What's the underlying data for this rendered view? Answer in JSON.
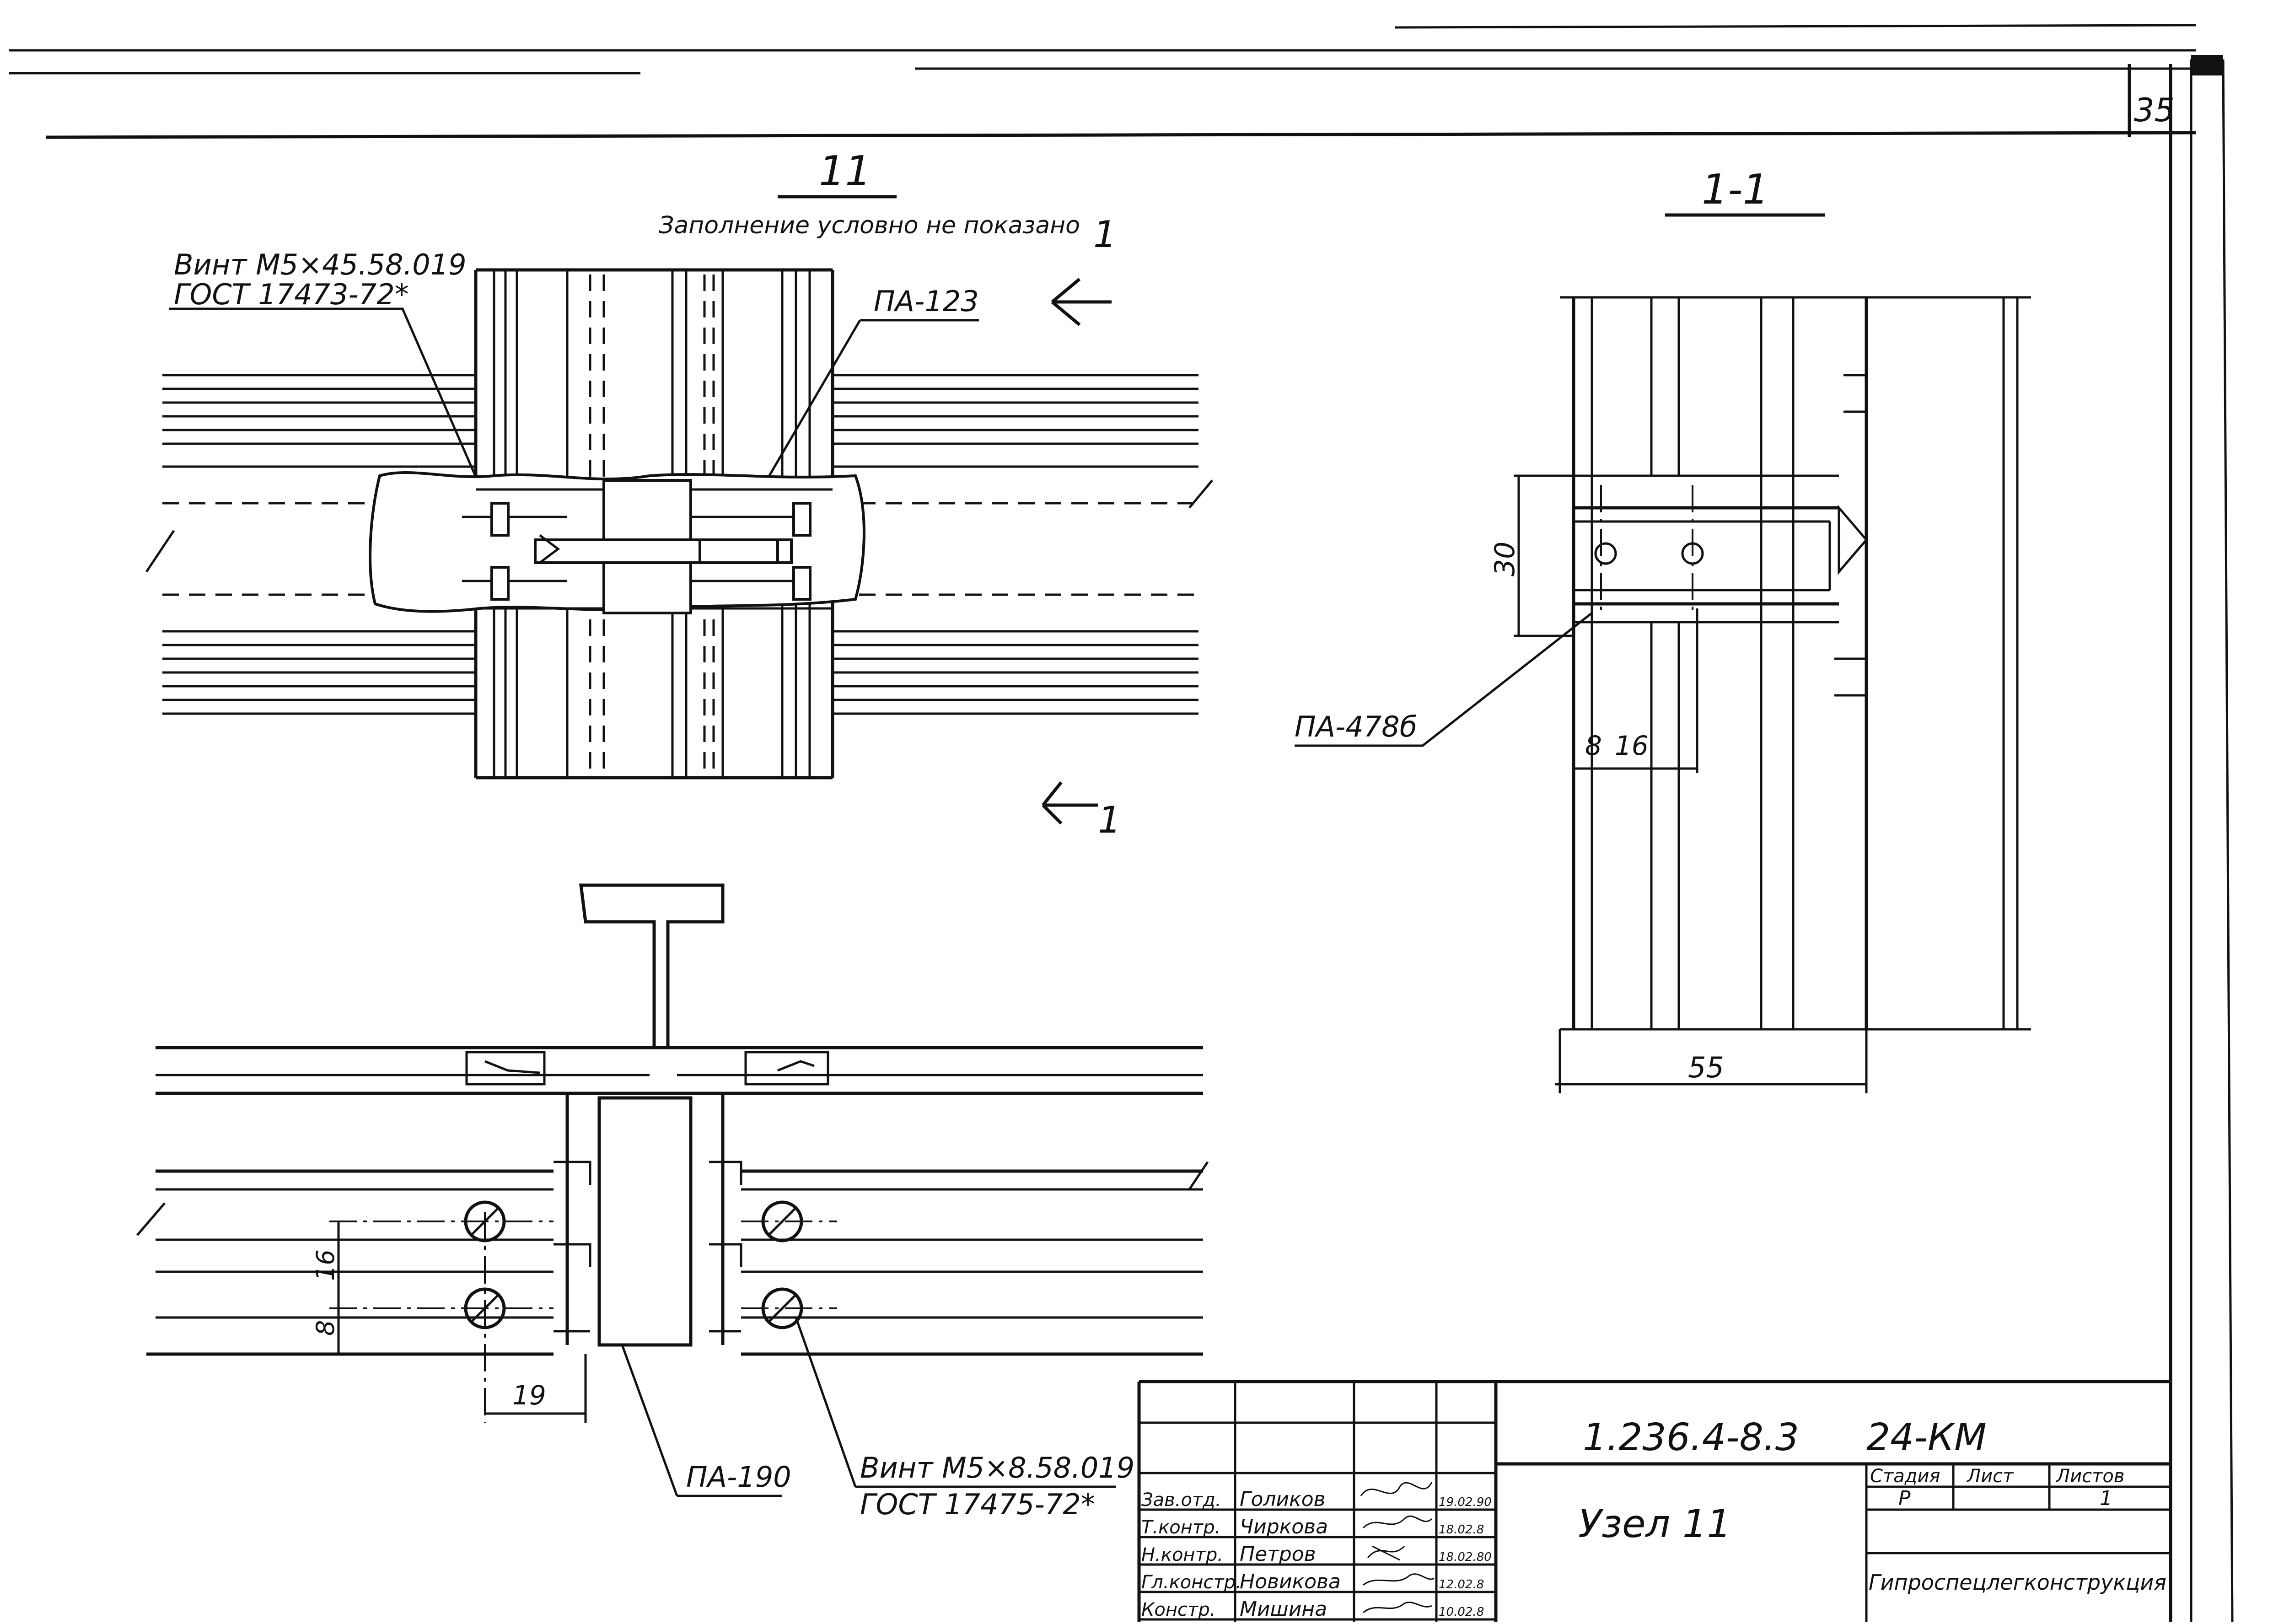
{
  "sheet": {
    "number": "35"
  },
  "node_view": {
    "title": "11",
    "note": "Заполнение условно не показано",
    "screw_label_1": "Винт М5×45.58.019",
    "screw_label_2": "ГОСТ 17473-72*",
    "profile_label": "ПА-123",
    "section_mark": "1"
  },
  "section_view": {
    "title": "1-1",
    "profile_label": "ПА-478б",
    "dim_height": "30",
    "dim_a": "8",
    "dim_b": "16",
    "dim_width": "55"
  },
  "detail_view": {
    "dim_vertical_1": "16",
    "dim_vertical_2": "8",
    "dim_horizontal": "19",
    "profile_label": "ПА-190",
    "screw_label_1": "Винт М5×8.58.019",
    "screw_label_2": "ГОСТ 17475-72*"
  },
  "title_block": {
    "doc_code": "1.236.4-8.3",
    "doc_suffix": "24-КМ",
    "node_name": "Узел 11",
    "head_stage": "Стадия",
    "head_sheet": "Лист",
    "head_sheets": "Листов",
    "stage": "Р",
    "sheets": "1",
    "organization": "Гипроспецлегконструкция",
    "rows": [
      {
        "role": "Зав.отд.",
        "name": "Голиков",
        "date": "19.02.90"
      },
      {
        "role": "Т.контр.",
        "name": "Чиркова",
        "date": "18.02.8"
      },
      {
        "role": "Н.контр.",
        "name": "Петров",
        "date": "18.02.80"
      },
      {
        "role": "Гл.констр.",
        "name": "Новикова",
        "date": "12.02.8"
      },
      {
        "role": "Констр.",
        "name": "Мишина",
        "date": "10.02.8"
      }
    ]
  }
}
